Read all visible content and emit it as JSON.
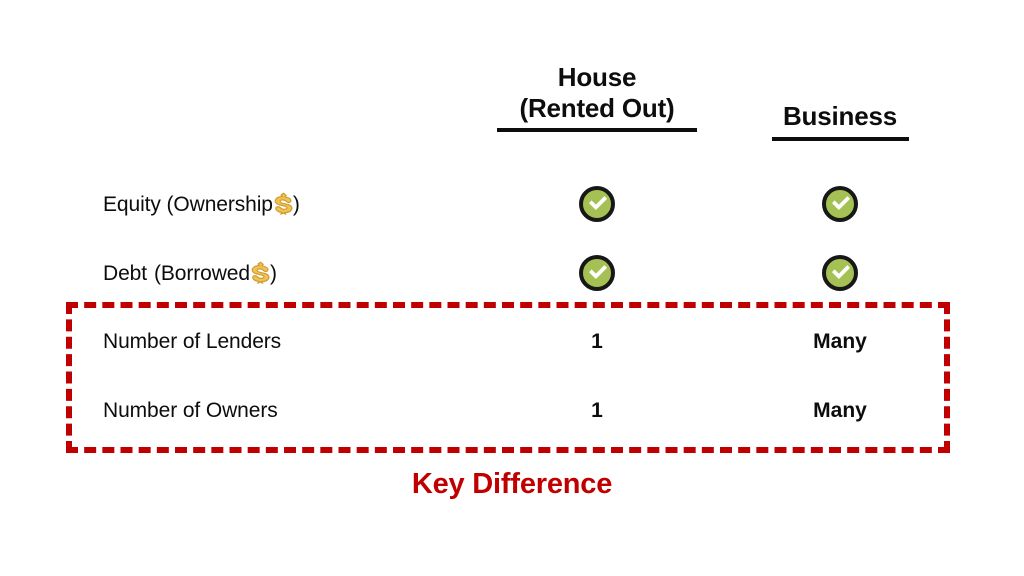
{
  "slide": {
    "background": "#ffffff",
    "accent_red": "#c00000",
    "check_green": "#a6c153",
    "text_black": "#0d0d0d"
  },
  "table": {
    "columns": [
      {
        "id": "house",
        "line1": "House",
        "line2": "(Rented Out)",
        "underlined": true
      },
      {
        "id": "business",
        "line1": "Business",
        "line2": "",
        "underlined": true
      }
    ],
    "rows": [
      {
        "id": "equity",
        "label_prefix": "Equity (Ownership",
        "label_suffix": ")",
        "has_dollar_icon": true,
        "house": {
          "type": "check",
          "icon": "check-circle-icon"
        },
        "business": {
          "type": "check",
          "icon": "check-circle-icon"
        }
      },
      {
        "id": "debt",
        "label_prefix": "Debt",
        "label_mid": "(Borrowed",
        "label_suffix": ")",
        "has_dollar_icon": true,
        "house": {
          "type": "check",
          "icon": "check-circle-icon"
        },
        "business": {
          "type": "check",
          "icon": "check-circle-icon"
        }
      },
      {
        "id": "lenders",
        "label": "Number of Lenders",
        "house": {
          "type": "text",
          "value": "1"
        },
        "business": {
          "type": "text",
          "value": "Many"
        }
      },
      {
        "id": "owners",
        "label": "Number of Owners",
        "house": {
          "type": "text",
          "value": "1"
        },
        "business": {
          "type": "text",
          "value": "Many"
        }
      }
    ]
  },
  "highlight": {
    "caption": "Key Difference",
    "color": "#c00000",
    "style": "dashed",
    "covers_rows": [
      "lenders",
      "owners"
    ]
  }
}
